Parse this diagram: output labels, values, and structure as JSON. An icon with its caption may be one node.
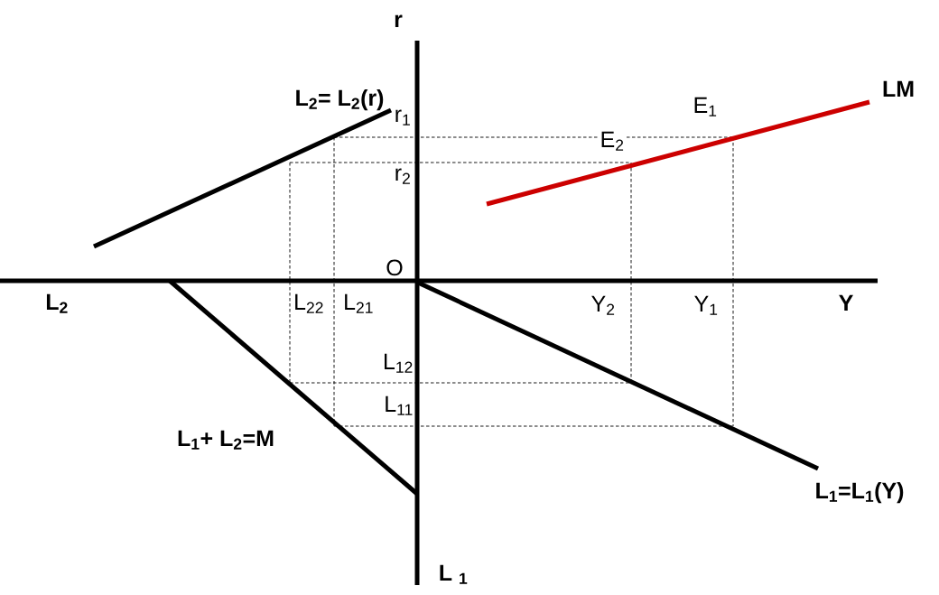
{
  "diagram": {
    "labels": [
      "r",
      "L$_{2}$= L$_{2}$(r)",
      "LM",
      "r$_{1}$",
      "E$_{1}$",
      "E$_{2}$",
      "r$_{2}$",
      "O",
      "L$_{2}$",
      "L$_{22}$",
      "L$_{21}$",
      "Y$_{2}$",
      "Y$_{1}$",
      "Y",
      "L$_{12}$",
      "L$_{11}$",
      "L$_{1}$+ L$_{2}$=M",
      "L$_{1}$=L$_{1}$(Y)",
      "L $_{1}$"
    ]
  }
}
